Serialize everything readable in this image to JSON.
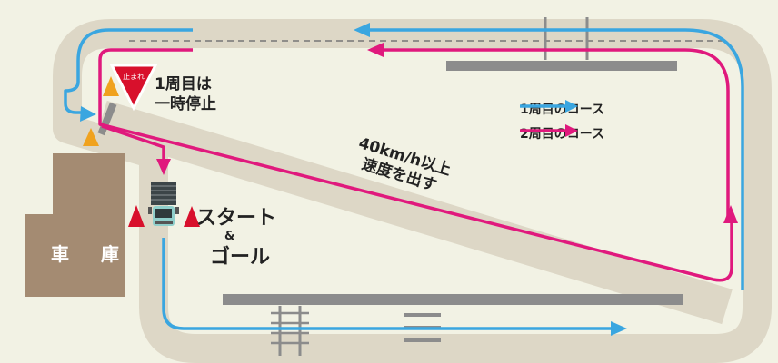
{
  "signs": {
    "stop_sign_text": "止まれ",
    "stop_label_line1": "1周目は",
    "stop_label_line2": "一時停止"
  },
  "speed_label": {
    "line1": "40km/h以上",
    "line2": "速度を出す"
  },
  "start_goal": {
    "start": "スタート",
    "amp": "&",
    "goal": "ゴール"
  },
  "garage": {
    "label": "車 庫"
  },
  "legend": {
    "lap1": {
      "label": "1周目のコース",
      "color": "#3aa6e0"
    },
    "lap2": {
      "label": "2周目のコース",
      "color": "#e0197d"
    }
  },
  "colors": {
    "background": "#f2f2e4",
    "road": "#ddd7c6",
    "garage": "#a48b72",
    "gray_bar": "#8c8c8c",
    "cone": "#f0a21e",
    "pylon": "#d8102c"
  }
}
